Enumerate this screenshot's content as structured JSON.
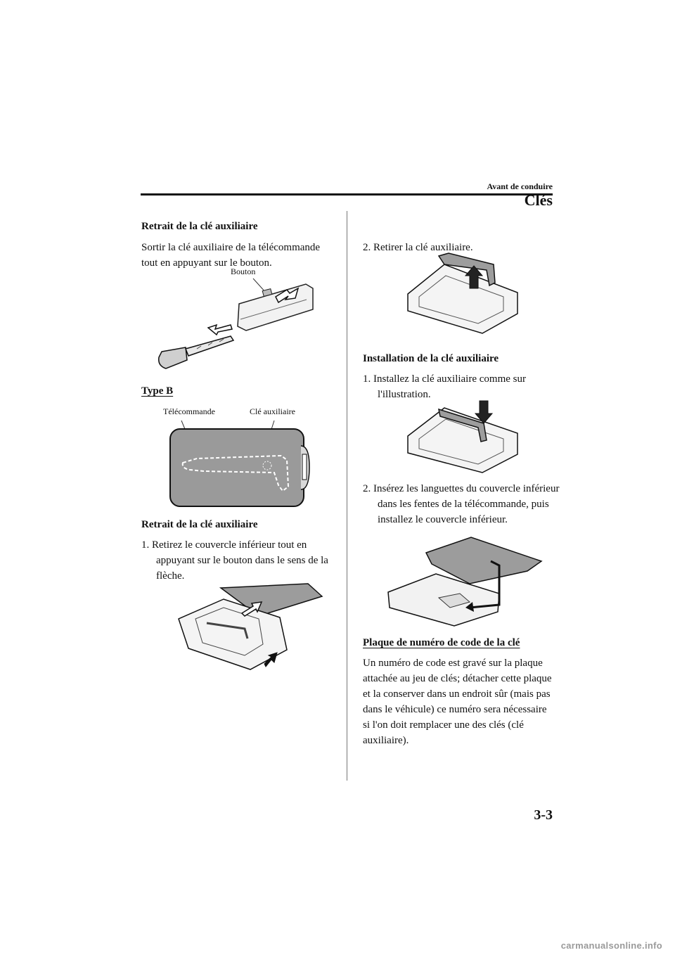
{
  "header": {
    "section": "Avant de conduire",
    "title": "Clés"
  },
  "left": {
    "h1": "Retrait de la clé auxiliaire",
    "p1": "Sortir la clé auxiliaire de la télécommande tout en appuyant sur le bouton.",
    "fig1_label": "Bouton",
    "typeb": "Type B",
    "fig2_label_remote": "Télécommande",
    "fig2_label_key": "Clé auxiliaire",
    "h2": "Retrait de la clé auxiliaire",
    "step1": "1. Retirez le couvercle inférieur tout en appuyant sur le bouton dans le sens de la flèche."
  },
  "right": {
    "step2": "2. Retirer la clé auxiliaire.",
    "h_install": "Installation de la clé auxiliaire",
    "istep1": "1. Installez la clé auxiliaire comme sur l'illustration.",
    "istep2": "2. Insérez les languettes du couvercle inférieur dans les fentes de la télécommande, puis installez le couvercle inférieur.",
    "h_plate": "Plaque de numéro de code de la clé",
    "p_plate": "Un numéro de code est gravé sur la plaque attachée au jeu de clés; détacher cette plaque et la conserver dans un endroit sûr (mais pas dans le véhicule) ce numéro sera nécessaire si l'on doit remplacer une des clés (clé auxiliaire)."
  },
  "page_number": "3-3",
  "watermark": "carmanualsonline.info"
}
